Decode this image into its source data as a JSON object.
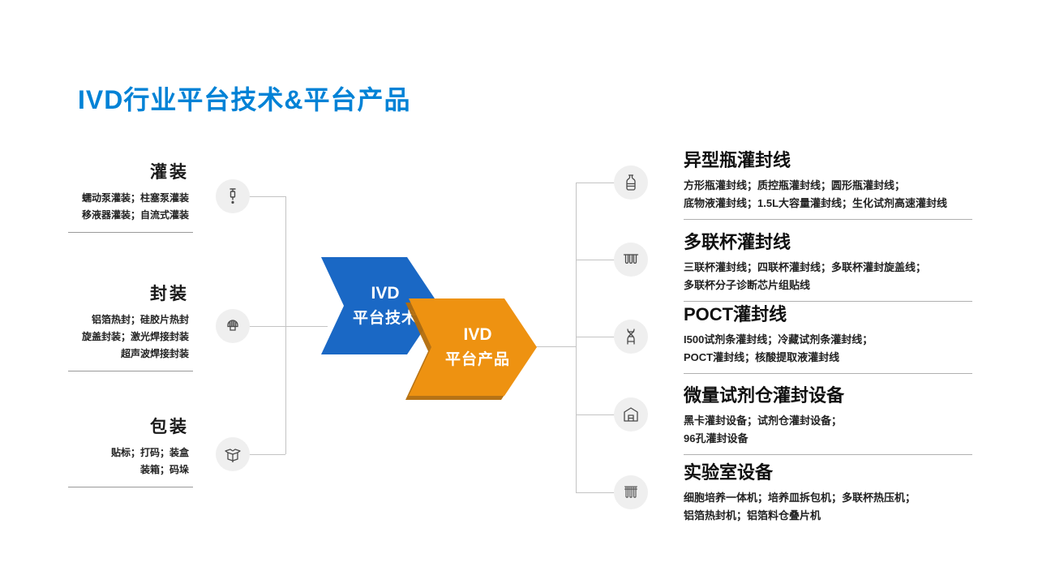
{
  "title": "IVD行业平台技术&平台产品",
  "colors": {
    "title_blue": "#0082D6",
    "tech_arrow_blue": "#1A68C5",
    "product_arrow_orange": "#EE9211",
    "product_arrow_shadow": "#B26C09",
    "icon_circle_gray": "#EFEFEF",
    "connector_gray": "#C4C4C4"
  },
  "left": {
    "sections": [
      {
        "heading": "灌装",
        "icon": "pump-filling-icon",
        "lines": [
          "蠕动泵灌装；柱塞泵灌装",
          "移液器灌装；自流式灌装"
        ]
      },
      {
        "heading": "封装",
        "icon": "cap-sealing-icon",
        "lines": [
          "铝箔热封；硅胶片热封",
          "旋盖封装；激光焊接封装",
          "超声波焊接封装"
        ]
      },
      {
        "heading": "包装",
        "icon": "open-box-icon",
        "lines": [
          "贴标；打码；装盒",
          "装箱；码垛"
        ]
      }
    ]
  },
  "center": {
    "tech_arrow": {
      "line1": "IVD",
      "line2": "平台技术"
    },
    "product_arrow": {
      "line1": "IVD",
      "line2": "平台产品"
    }
  },
  "right": {
    "sections": [
      {
        "heading": "异型瓶灌封线",
        "icon": "reagent-bottle-icon",
        "lines": [
          "方形瓶灌封线；质控瓶灌封线；圆形瓶灌封线；",
          "底物液灌封线；1.5L大容量灌封线；生化试剂高速灌封线"
        ]
      },
      {
        "heading": "多联杯灌封线",
        "icon": "multi-cup-strip-icon",
        "lines": [
          "三联杯灌封线；四联杯灌封线；多联杯灌封旋盖线；",
          "多联杯分子诊断芯片组贴线"
        ]
      },
      {
        "heading": "POCT灌封线",
        "icon": "dna-icon",
        "lines": [
          "I500试剂条灌封线；冷藏试剂条灌封线；",
          "POCT灌封线；核酸提取液灌封线"
        ]
      },
      {
        "heading": "微量试剂仓灌封设备",
        "icon": "equipment-cabinet-icon",
        "lines": [
          "黑卡灌封设备；试剂仓灌封设备；",
          "96孔灌封设备"
        ]
      },
      {
        "heading": "实验室设备",
        "icon": "test-tube-rack-icon",
        "lines": [
          "细胞培养一体机；培养皿拆包机；多联杯热压机；",
          "铝箔热封机；铝箔料仓叠片机"
        ]
      }
    ]
  }
}
